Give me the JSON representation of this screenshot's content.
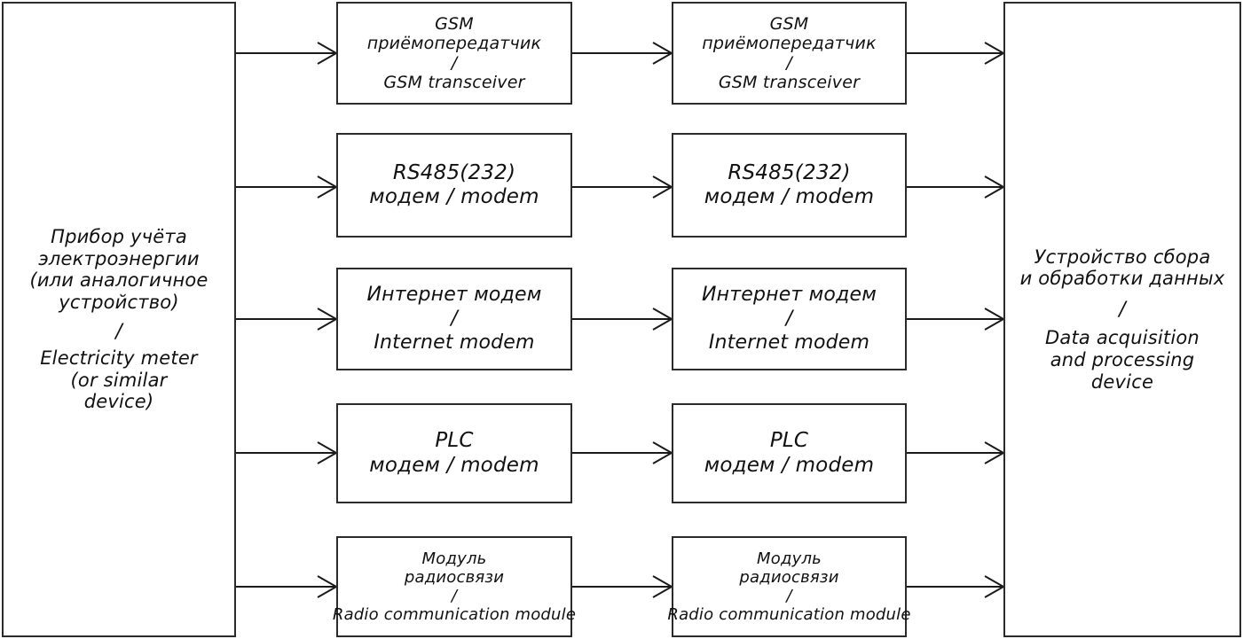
{
  "diagram": {
    "type": "block-diagram",
    "language": "ru/en bilingual",
    "source_block": {
      "id": "electricity-meter",
      "lines_ru": [
        "Прибор учёта",
        "электроэнергии",
        "(или аналогичное",
        "устройство)"
      ],
      "separator": "/",
      "lines_en": [
        "Electricity meter",
        "(or similar",
        "device)"
      ]
    },
    "sink_block": {
      "id": "data-acquisition-device",
      "lines_ru": [
        "Устройство сбора",
        "и обработки данных"
      ],
      "separator": "/",
      "lines_en": [
        "Data acquisition",
        "and processing",
        "device"
      ]
    },
    "channels": [
      {
        "id": "gsm",
        "near": {
          "lines_ru": [
            "GSM",
            "приёмопередатчик"
          ],
          "separator": "/",
          "lines_en": [
            "GSM transceiver"
          ]
        },
        "far": {
          "lines_ru": [
            "GSM",
            "приёмопередатчик"
          ],
          "separator": "/",
          "lines_en": [
            "GSM transceiver"
          ]
        }
      },
      {
        "id": "rs485",
        "near": {
          "lines_ru": [
            "RS485(232)",
            "модем / modem"
          ],
          "separator": "",
          "lines_en": []
        },
        "far": {
          "lines_ru": [
            "RS485(232)",
            "модем / modem"
          ],
          "separator": "",
          "lines_en": []
        }
      },
      {
        "id": "internet",
        "near": {
          "lines_ru": [
            "Интернет модем"
          ],
          "separator": "/",
          "lines_en": [
            "Internet modem"
          ]
        },
        "far": {
          "lines_ru": [
            "Интернет модем"
          ],
          "separator": "/",
          "lines_en": [
            "Internet modem"
          ]
        }
      },
      {
        "id": "plc",
        "near": {
          "lines_ru": [
            "PLC",
            "модем / modem"
          ],
          "separator": "",
          "lines_en": []
        },
        "far": {
          "lines_ru": [
            "PLC",
            "модем / modem"
          ],
          "separator": "",
          "lines_en": []
        }
      },
      {
        "id": "radio",
        "near": {
          "lines_ru": [
            "Модуль",
            "радиосвязи"
          ],
          "separator": "/",
          "lines_en": [
            "Radio communication module"
          ]
        },
        "far": {
          "lines_ru": [
            "Модуль",
            "радиосвязи"
          ],
          "separator": "/",
          "lines_en": [
            "Radio communication module"
          ]
        }
      }
    ],
    "colors": {
      "stroke": "#2b2b2b",
      "text": "#111111",
      "background": "#ffffff"
    }
  }
}
